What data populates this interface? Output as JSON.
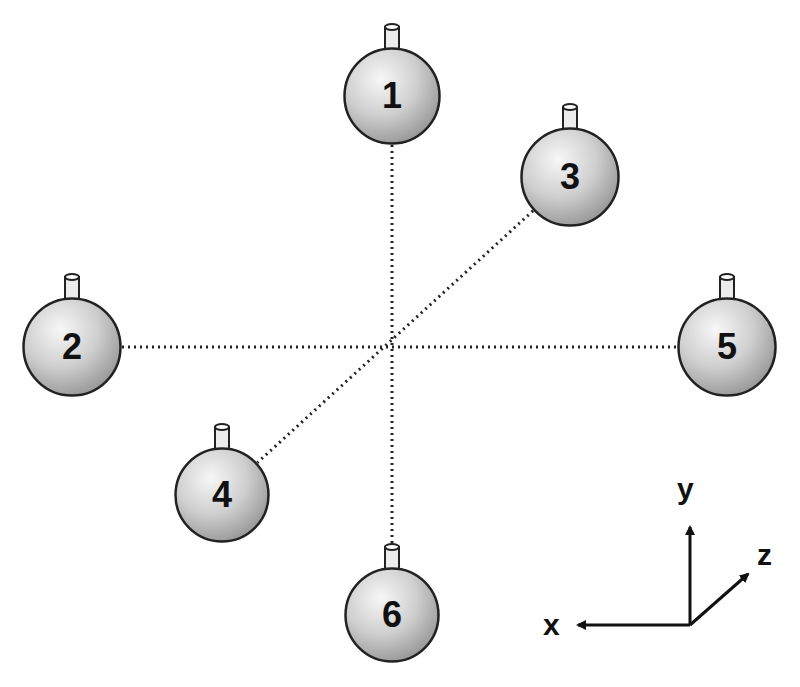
{
  "diagram": {
    "nodes": [
      {
        "text": [
          "1"
        ]
      },
      {
        "text": [
          "3"
        ]
      },
      {
        "text": [
          "2"
        ]
      },
      {
        "text": [
          "5"
        ]
      },
      {
        "text": [
          "4"
        ]
      },
      {
        "text": [
          "6"
        ]
      }
    ],
    "edges": [
      {
        "from": 0,
        "to": 5,
        "arrow": "none"
      },
      {
        "from": 2,
        "to": 3,
        "arrow": "none"
      },
      {
        "from": 1,
        "to": 4,
        "arrow": "none"
      }
    ],
    "labels": [
      "y",
      "x",
      "z"
    ]
  }
}
